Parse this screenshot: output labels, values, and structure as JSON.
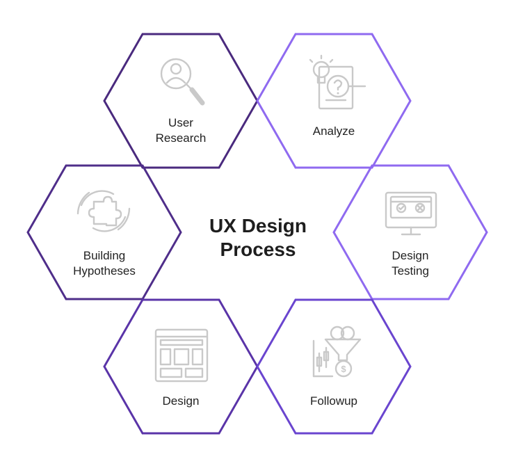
{
  "title_lines": [
    "UX Design",
    "Process"
  ],
  "colors": {
    "user_research": "#4a2a7e",
    "analyze": "#8f6af0",
    "building_hypotheses": "#4f2e8a",
    "design_testing": "#8f6af0",
    "design": "#5a34a8",
    "followup": "#6a45cf",
    "icon": "#c9c9c9",
    "text": "#222222"
  },
  "steps": {
    "user_research": {
      "lines": [
        "User",
        "Research"
      ],
      "icon": "person-search-icon"
    },
    "analyze": {
      "lines": [
        "Analyze"
      ],
      "icon": "lightbulb-question-icon"
    },
    "building_hypotheses": {
      "lines": [
        "Building",
        "Hypotheses"
      ],
      "icon": "puzzle-icon"
    },
    "design_testing": {
      "lines": [
        "Design",
        "Testing"
      ],
      "icon": "monitor-check-icon"
    },
    "design": {
      "lines": [
        "Design"
      ],
      "icon": "wireframe-layout-icon"
    },
    "followup": {
      "lines": [
        "Followup"
      ],
      "icon": "funnel-dollar-icon"
    }
  }
}
